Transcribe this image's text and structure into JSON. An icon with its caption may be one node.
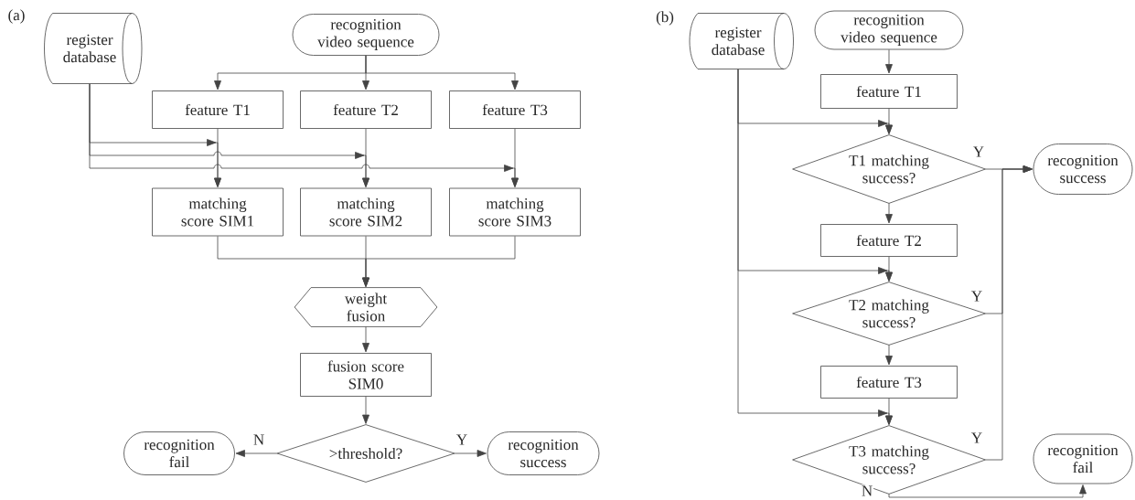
{
  "diagram": {
    "nodes": [
      {
        "text": [
          "register database"
        ]
      },
      {
        "text": [
          "recognition video sequence"
        ]
      },
      {
        "text": [
          "feature T1"
        ]
      },
      {
        "text": [
          "feature T2"
        ]
      },
      {
        "text": [
          "feature T3"
        ]
      },
      {
        "text": [
          "matching score SIM1"
        ]
      },
      {
        "text": [
          "matching score SIM2"
        ]
      },
      {
        "text": [
          "matching score SIM3"
        ]
      },
      {
        "text": [
          "weight fusion"
        ]
      },
      {
        "text": [
          "fusion score SIM0"
        ]
      },
      {
        "text": [
          "recognition fail"
        ]
      },
      {
        "text": [
          ">threshold?"
        ]
      },
      {
        "text": [
          "recognition success"
        ]
      },
      {
        "text": [
          "register database"
        ]
      },
      {
        "text": [
          "recognition video sequence"
        ]
      },
      {
        "text": [
          "feature T1"
        ]
      },
      {
        "text": [
          "T1 matching success?"
        ]
      },
      {
        "text": [
          "recognition success"
        ]
      },
      {
        "text": [
          "feature T2"
        ]
      },
      {
        "text": [
          "T2 matching success?"
        ]
      },
      {
        "text": [
          "feature T3"
        ]
      },
      {
        "text": [
          "T3 matching success?"
        ]
      },
      {
        "text": [
          "recognition fail"
        ]
      }
    ],
    "edges": [
      {
        "from": 1,
        "to": 2,
        "arrow": "to"
      },
      {
        "from": 1,
        "to": 3,
        "arrow": "to"
      },
      {
        "from": 1,
        "to": 4,
        "arrow": "to"
      },
      {
        "from": 0,
        "to": 5,
        "arrow": "to"
      },
      {
        "from": 0,
        "to": 6,
        "arrow": "to"
      },
      {
        "from": 0,
        "to": 7,
        "arrow": "to"
      },
      {
        "from": 2,
        "to": 5,
        "arrow": "to"
      },
      {
        "from": 3,
        "to": 6,
        "arrow": "to"
      },
      {
        "from": 4,
        "to": 7,
        "arrow": "to"
      },
      {
        "from": 5,
        "to": 8,
        "arrow": "to"
      },
      {
        "from": 6,
        "to": 8,
        "arrow": "to"
      },
      {
        "from": 7,
        "to": 8,
        "arrow": "to"
      },
      {
        "from": 8,
        "to": 9,
        "arrow": "to"
      },
      {
        "from": 9,
        "to": 11,
        "arrow": "to"
      },
      {
        "from": 11,
        "to": 10,
        "arrow": "to",
        "label": "N"
      },
      {
        "from": 11,
        "to": 12,
        "arrow": "to",
        "label": "Y"
      },
      {
        "from": 14,
        "to": 15,
        "arrow": "to"
      },
      {
        "from": 15,
        "to": 16,
        "arrow": "to"
      },
      {
        "from": 13,
        "to": 16,
        "arrow": "to"
      },
      {
        "from": 16,
        "to": 18,
        "arrow": "to"
      },
      {
        "from": 18,
        "to": 19,
        "arrow": "to"
      },
      {
        "from": 13,
        "to": 19,
        "arrow": "to"
      },
      {
        "from": 19,
        "to": 20,
        "arrow": "to"
      },
      {
        "from": 20,
        "to": 21,
        "arrow": "to"
      },
      {
        "from": 13,
        "to": 21,
        "arrow": "to"
      },
      {
        "from": 16,
        "to": 17,
        "arrow": "to",
        "label": "Y"
      },
      {
        "from": 19,
        "to": 17,
        "arrow": "to",
        "label": "Y"
      },
      {
        "from": 21,
        "to": 17,
        "arrow": "to",
        "label": "Y"
      },
      {
        "from": 21,
        "to": 22,
        "arrow": "to",
        "label": "N"
      }
    ],
    "labels": [
      "(a)",
      "(b)"
    ]
  }
}
